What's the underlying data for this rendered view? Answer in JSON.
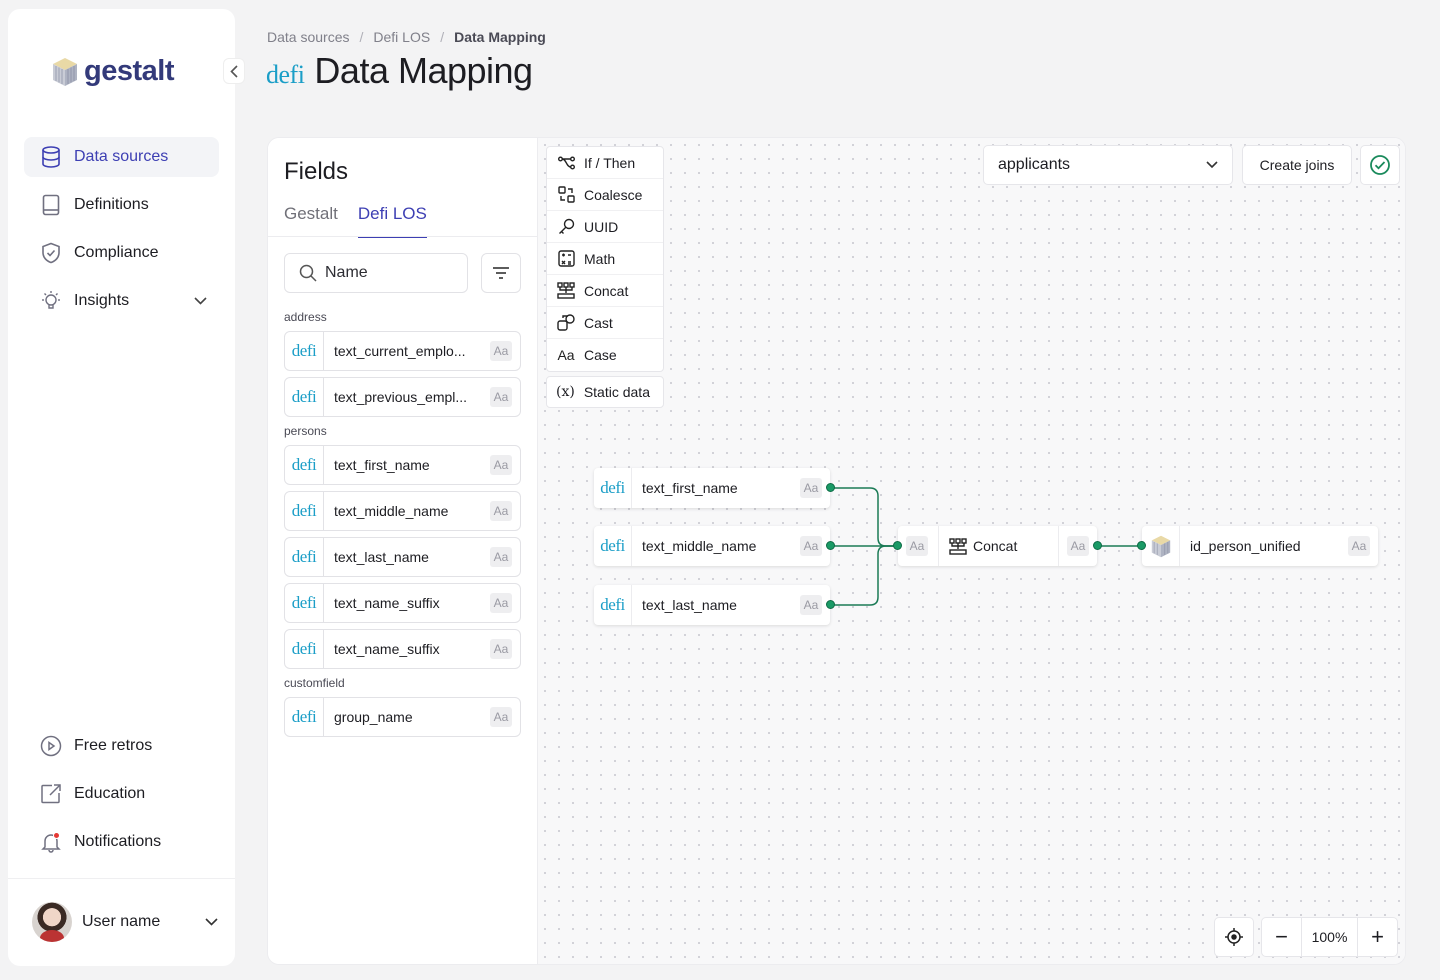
{
  "brand": {
    "name": "gestalt"
  },
  "sidebar": {
    "items": [
      {
        "label": "Data sources",
        "icon": "database-icon",
        "active": true
      },
      {
        "label": "Definitions",
        "icon": "book-icon"
      },
      {
        "label": "Compliance",
        "icon": "shield-check-icon"
      },
      {
        "label": "Insights",
        "icon": "lightbulb-icon",
        "has_chevron": true
      }
    ],
    "bottom_items": [
      {
        "label": "Free retros",
        "icon": "play-circle-icon"
      },
      {
        "label": "Education",
        "icon": "external-link-icon"
      },
      {
        "label": "Notifications",
        "icon": "bell-icon"
      }
    ],
    "user": {
      "name": "User name"
    }
  },
  "breadcrumb": [
    "Data sources",
    "Defi LOS",
    "Data Mapping"
  ],
  "page": {
    "source_logo": "defi",
    "title": "Data Mapping"
  },
  "fields_panel": {
    "title": "Fields",
    "tabs": [
      "Gestalt",
      "Defi LOS"
    ],
    "active_tab": "Defi LOS",
    "search_placeholder": "Name",
    "type_badge": "Aa",
    "source_label": "defi",
    "groups": [
      {
        "name": "address",
        "fields": [
          "text_current_emplo...",
          "text_previous_empl..."
        ]
      },
      {
        "name": "persons",
        "fields": [
          "text_first_name",
          "text_middle_name",
          "text_last_name",
          "text_name_suffix",
          "text_name_suffix"
        ]
      },
      {
        "name": "customfield",
        "fields": [
          "group_name"
        ]
      }
    ]
  },
  "operations": [
    {
      "label": "If / Then",
      "icon": "branch-icon"
    },
    {
      "label": "Coalesce",
      "icon": "coalesce-icon"
    },
    {
      "label": "UUID",
      "icon": "key-icon"
    },
    {
      "label": "Math",
      "icon": "calculator-icon"
    },
    {
      "label": "Concat",
      "icon": "concat-icon"
    },
    {
      "label": "Cast",
      "icon": "cast-icon"
    },
    {
      "label": "Case",
      "icon": "Aa"
    }
  ],
  "static_data": {
    "label": "Static data",
    "icon": "(x)"
  },
  "toolbar": {
    "table_select": "applicants",
    "create_joins": "Create joins"
  },
  "graph": {
    "source_nodes": [
      "text_first_name",
      "text_middle_name",
      "text_last_name"
    ],
    "operation_node": "Concat",
    "target_node": "id_person_unified",
    "type_badge": "Aa",
    "edge_color": "#1a7a55",
    "port_color": "#1a9a66"
  },
  "zoom": {
    "level": "100%",
    "minus": "−",
    "plus": "+"
  },
  "colors": {
    "accent": "#3d3fb3",
    "defi": "#1b9ec7"
  }
}
